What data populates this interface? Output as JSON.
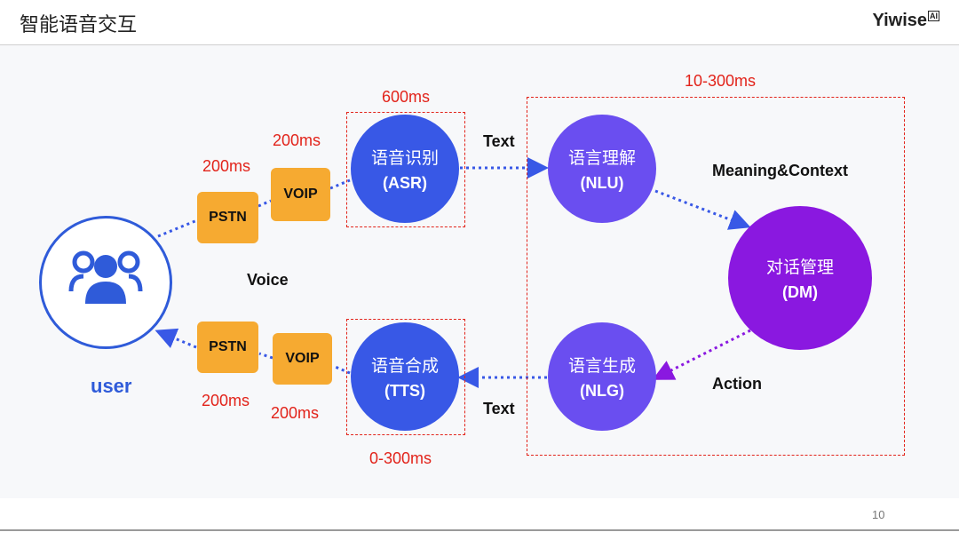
{
  "header": {
    "title": "智能语音交互",
    "brand": "Yiwise",
    "brand_mark": "AI"
  },
  "footer": {
    "page_number": "10"
  },
  "user": {
    "label": "user"
  },
  "voice_label": "Voice",
  "nodes": {
    "asr": {
      "zh": "语音识别",
      "en": "(ASR)"
    },
    "nlu": {
      "zh": "语言理解",
      "en": "(NLU)"
    },
    "dm": {
      "zh": "对话管理",
      "en": "(DM)"
    },
    "nlg": {
      "zh": "语言生成",
      "en": "(NLG)"
    },
    "tts": {
      "zh": "语音合成",
      "en": "(TTS)"
    }
  },
  "boxes": {
    "pstn_top": "PSTN",
    "voip_top": "VOIP",
    "pstn_bottom": "PSTN",
    "voip_bottom": "VOIP"
  },
  "latencies": {
    "pstn_top": "200ms",
    "voip_top": "200ms",
    "asr": "600ms",
    "nlp_group": "10-300ms",
    "tts": "0-300ms",
    "pstn_bottom": "200ms",
    "voip_bottom": "200ms"
  },
  "edge_labels": {
    "asr_to_nlu": "Text",
    "nlu_to_dm": "Meaning&Context",
    "dm_to_nlg": "Action",
    "nlg_to_tts": "Text"
  },
  "colors": {
    "blue": "#3858e6",
    "violet": "#6a4ef0",
    "purple": "#8a18e0",
    "orange": "#f6aa31",
    "red_dash": "#e2231a",
    "user_blue": "#2f5bd9"
  }
}
